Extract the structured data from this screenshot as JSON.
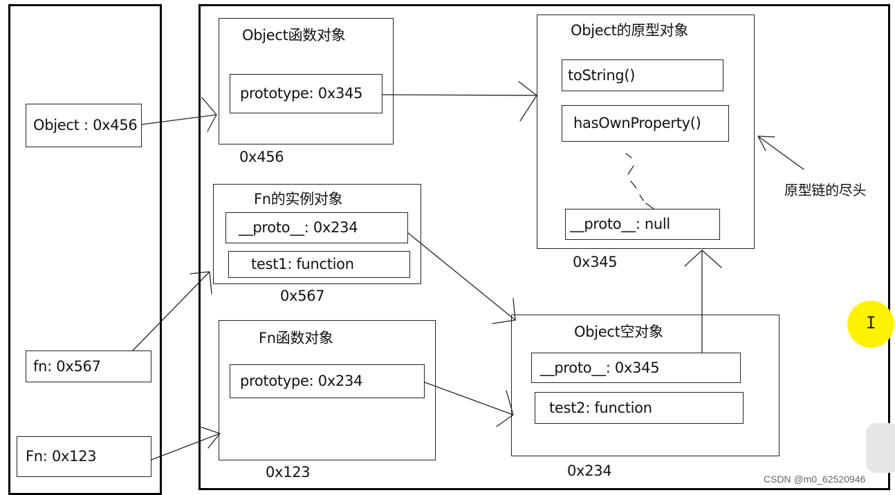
{
  "stack": {
    "object_var": "Object : 0x456",
    "fn_var": "fn: 0x567",
    "Fn_var": "Fn: 0x123"
  },
  "object_function": {
    "title": "Object函数对象",
    "prototype": "prototype: 0x345",
    "address": "0x456"
  },
  "object_prototype": {
    "title": "Object的原型对象",
    "method1": "toString()",
    "method2": "hasOwnProperty()",
    "proto": "__proto__: null",
    "address": "0x345",
    "annotation": "原型链的尽头"
  },
  "fn_instance": {
    "title": "Fn的实例对象",
    "proto": "__proto__: 0x234",
    "test1": "test1: function",
    "address": "0x567"
  },
  "fn_function": {
    "title": "Fn函数对象",
    "prototype": "prototype: 0x234",
    "address": "0x123"
  },
  "object_empty": {
    "title": "Object空对象",
    "proto": "__proto__: 0x345",
    "test2": "test2: function",
    "address": "0x234"
  },
  "overlay": {
    "cursor": "I",
    "watermark": "CSDN @m0_62520946"
  },
  "colors": {
    "line": "#222222",
    "highlight": "#fff200"
  }
}
